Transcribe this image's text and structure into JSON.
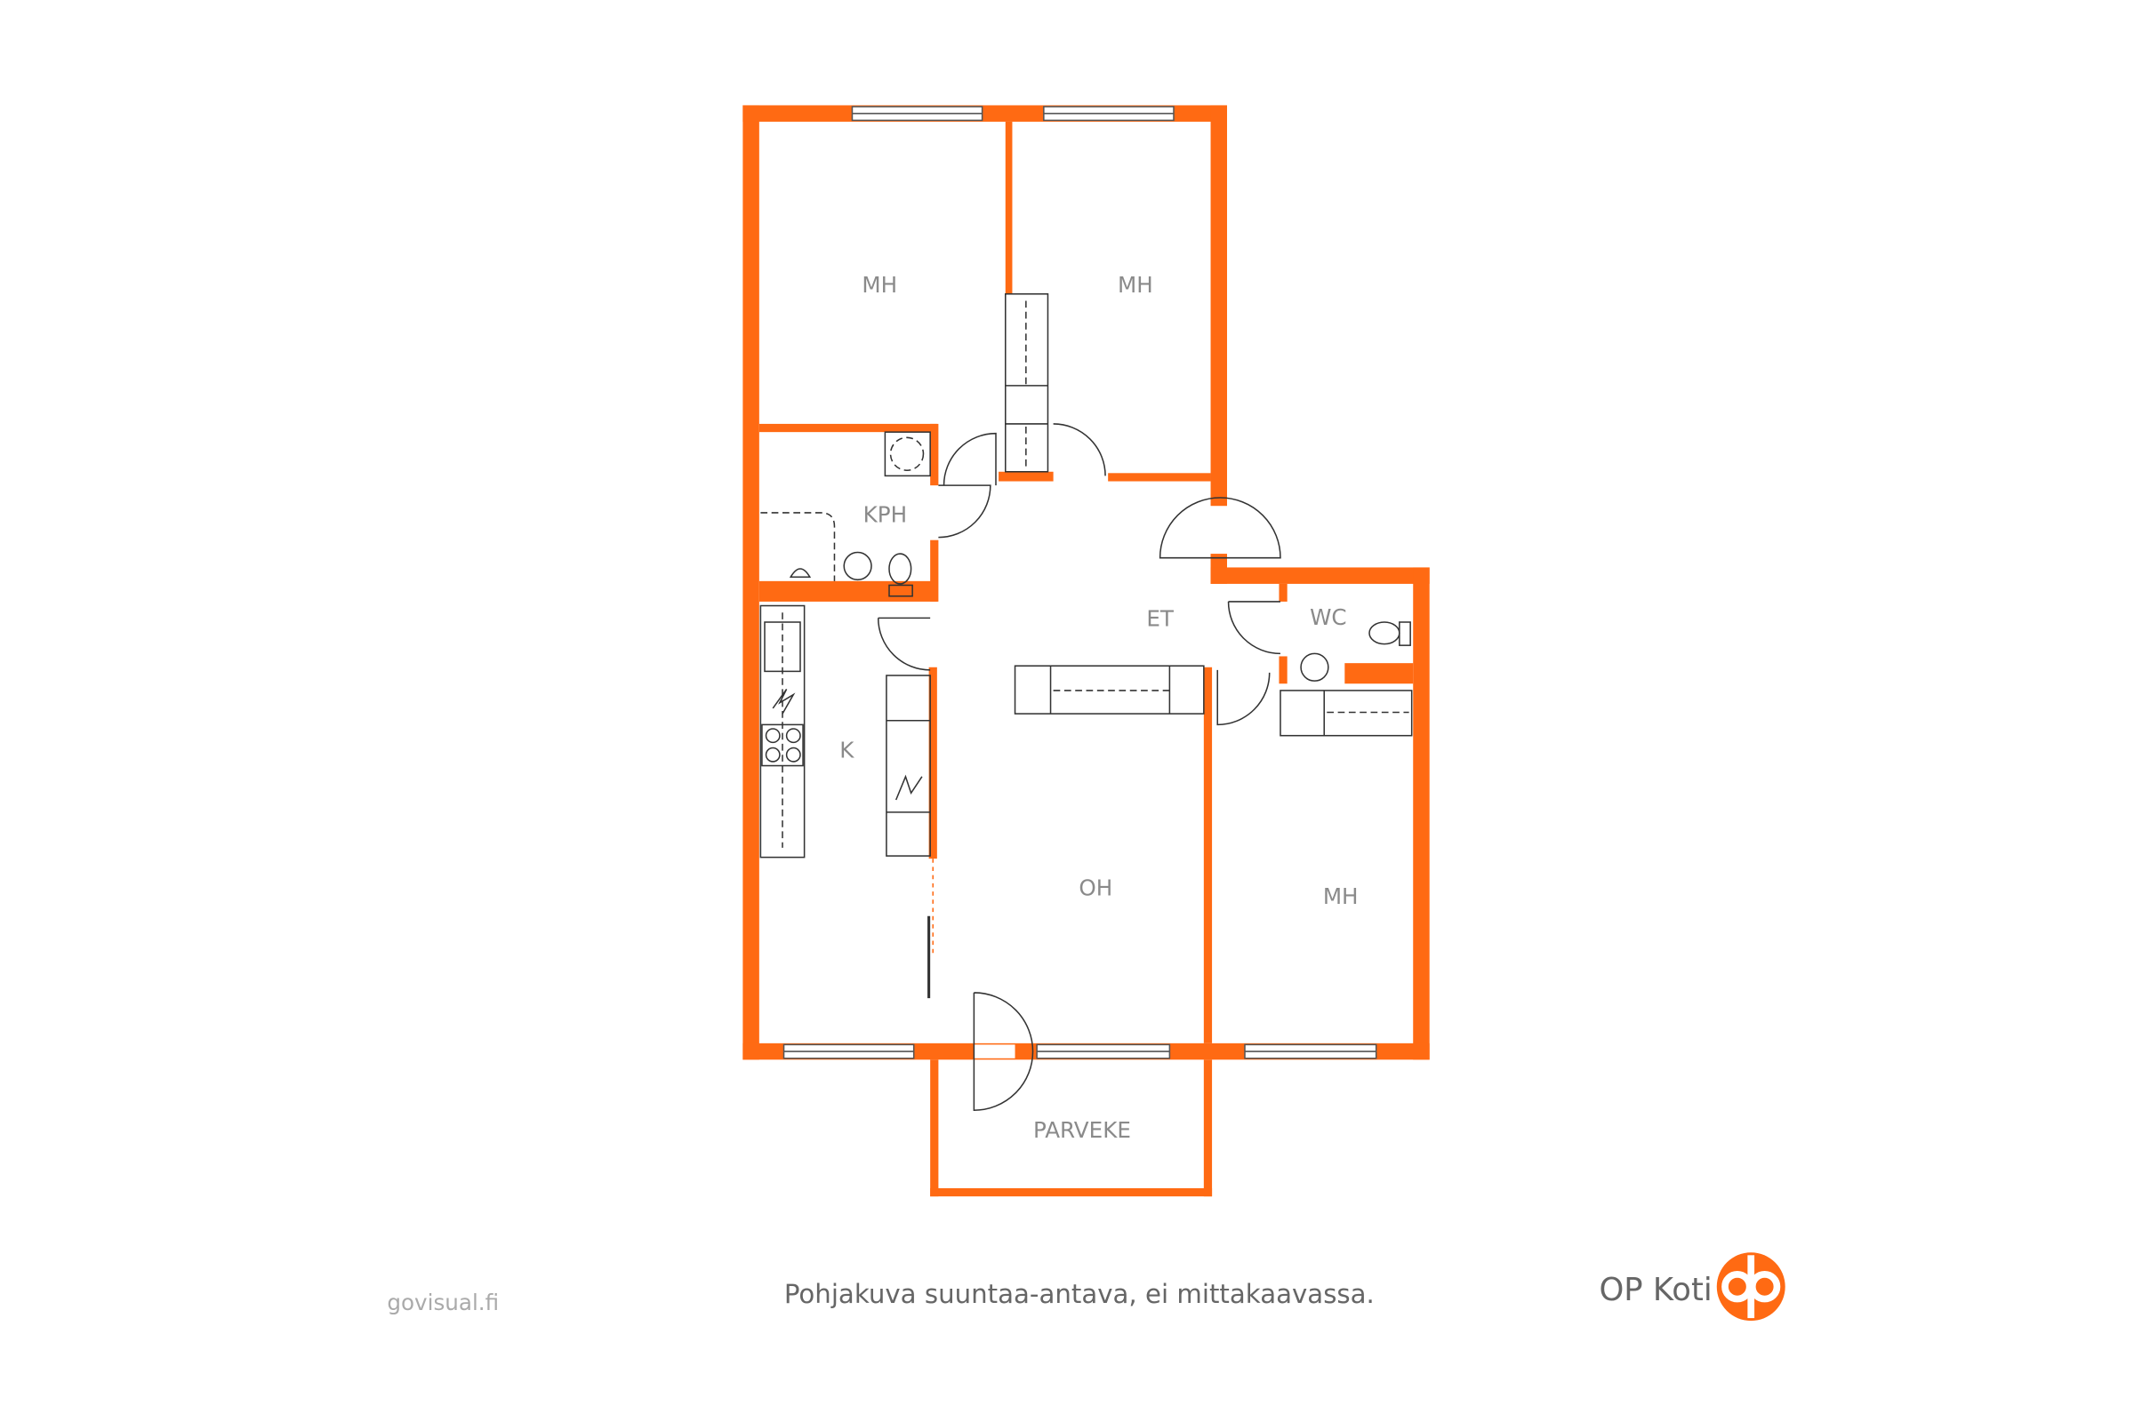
{
  "colors": {
    "wall": "#ff6a13",
    "text": "#8a8a8a",
    "brand": "#ff6a13"
  },
  "rooms": {
    "mh1": "MH",
    "mh2": "MH",
    "kph": "KPH",
    "et": "ET",
    "wc": "WC",
    "k": "K",
    "oh": "OH",
    "mh3": "MH",
    "parveke": "PARVEKE"
  },
  "footer": {
    "credit": "govisual.fi",
    "disclaimer": "Pohjakuva suuntaa-antava, ei mittakaavassa.",
    "brand": "OP Koti"
  }
}
